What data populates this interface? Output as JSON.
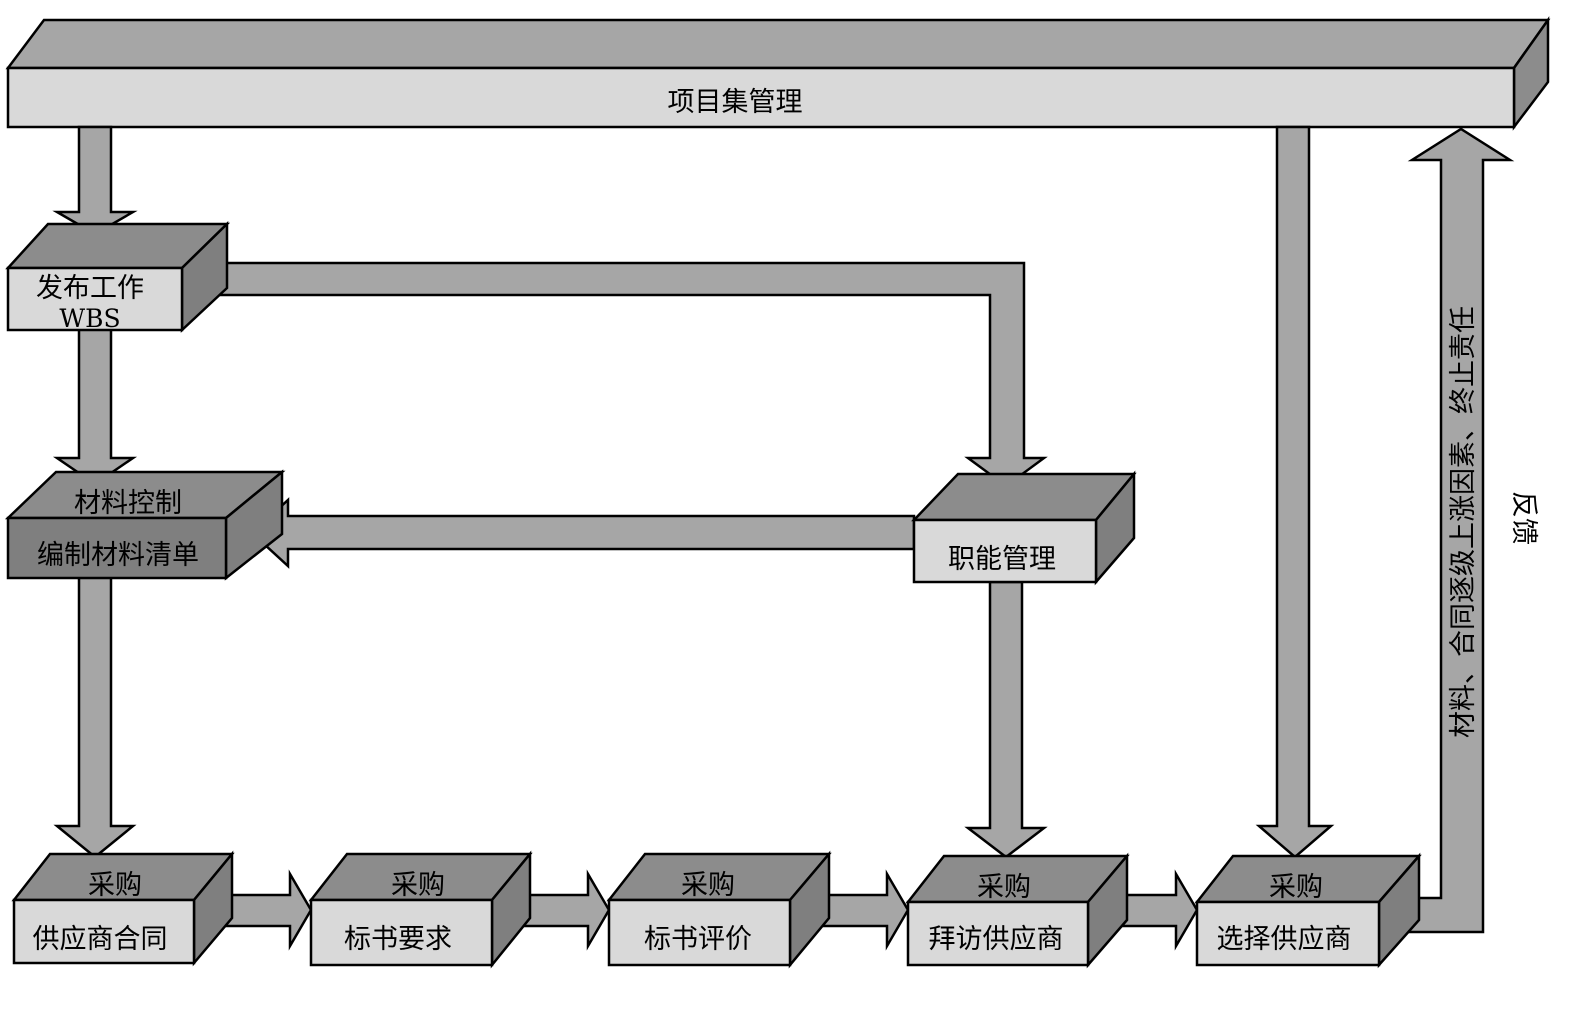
{
  "colors": {
    "arrow_fill": "#a6a6a6",
    "box_front_light": "#d9d9d9",
    "box_front_dark": "#7f7f7f",
    "box_top": "#8c8c8c",
    "box_side": "#7f7f7f",
    "bar_front": "#d9d9d9",
    "bar_top": "#a6a6a6",
    "bar_side": "#8c8c8c",
    "outline": "#000000"
  },
  "nodes": {
    "program_management": {
      "label": "项目集管理"
    },
    "release_work": {
      "line1": "发布工作",
      "line2": "WBS"
    },
    "material_control": {
      "top": "材料控制",
      "front": "编制材料清单"
    },
    "functional_management": {
      "label": "职能管理"
    },
    "procurement_supplier_contract": {
      "top": "采购",
      "front": "供应商合同"
    },
    "procurement_bid_requirements": {
      "top": "采购",
      "front": "标书要求"
    },
    "procurement_bid_evaluation": {
      "top": "采购",
      "front": "标书评价"
    },
    "procurement_visit_suppliers": {
      "top": "采购",
      "front": "拜访供应商"
    },
    "procurement_select_supplier": {
      "top": "采购",
      "front": "选择供应商"
    }
  },
  "feedback": {
    "line1": "材料、合同逐级上涨因素、终止责任",
    "line2": "反馈"
  }
}
